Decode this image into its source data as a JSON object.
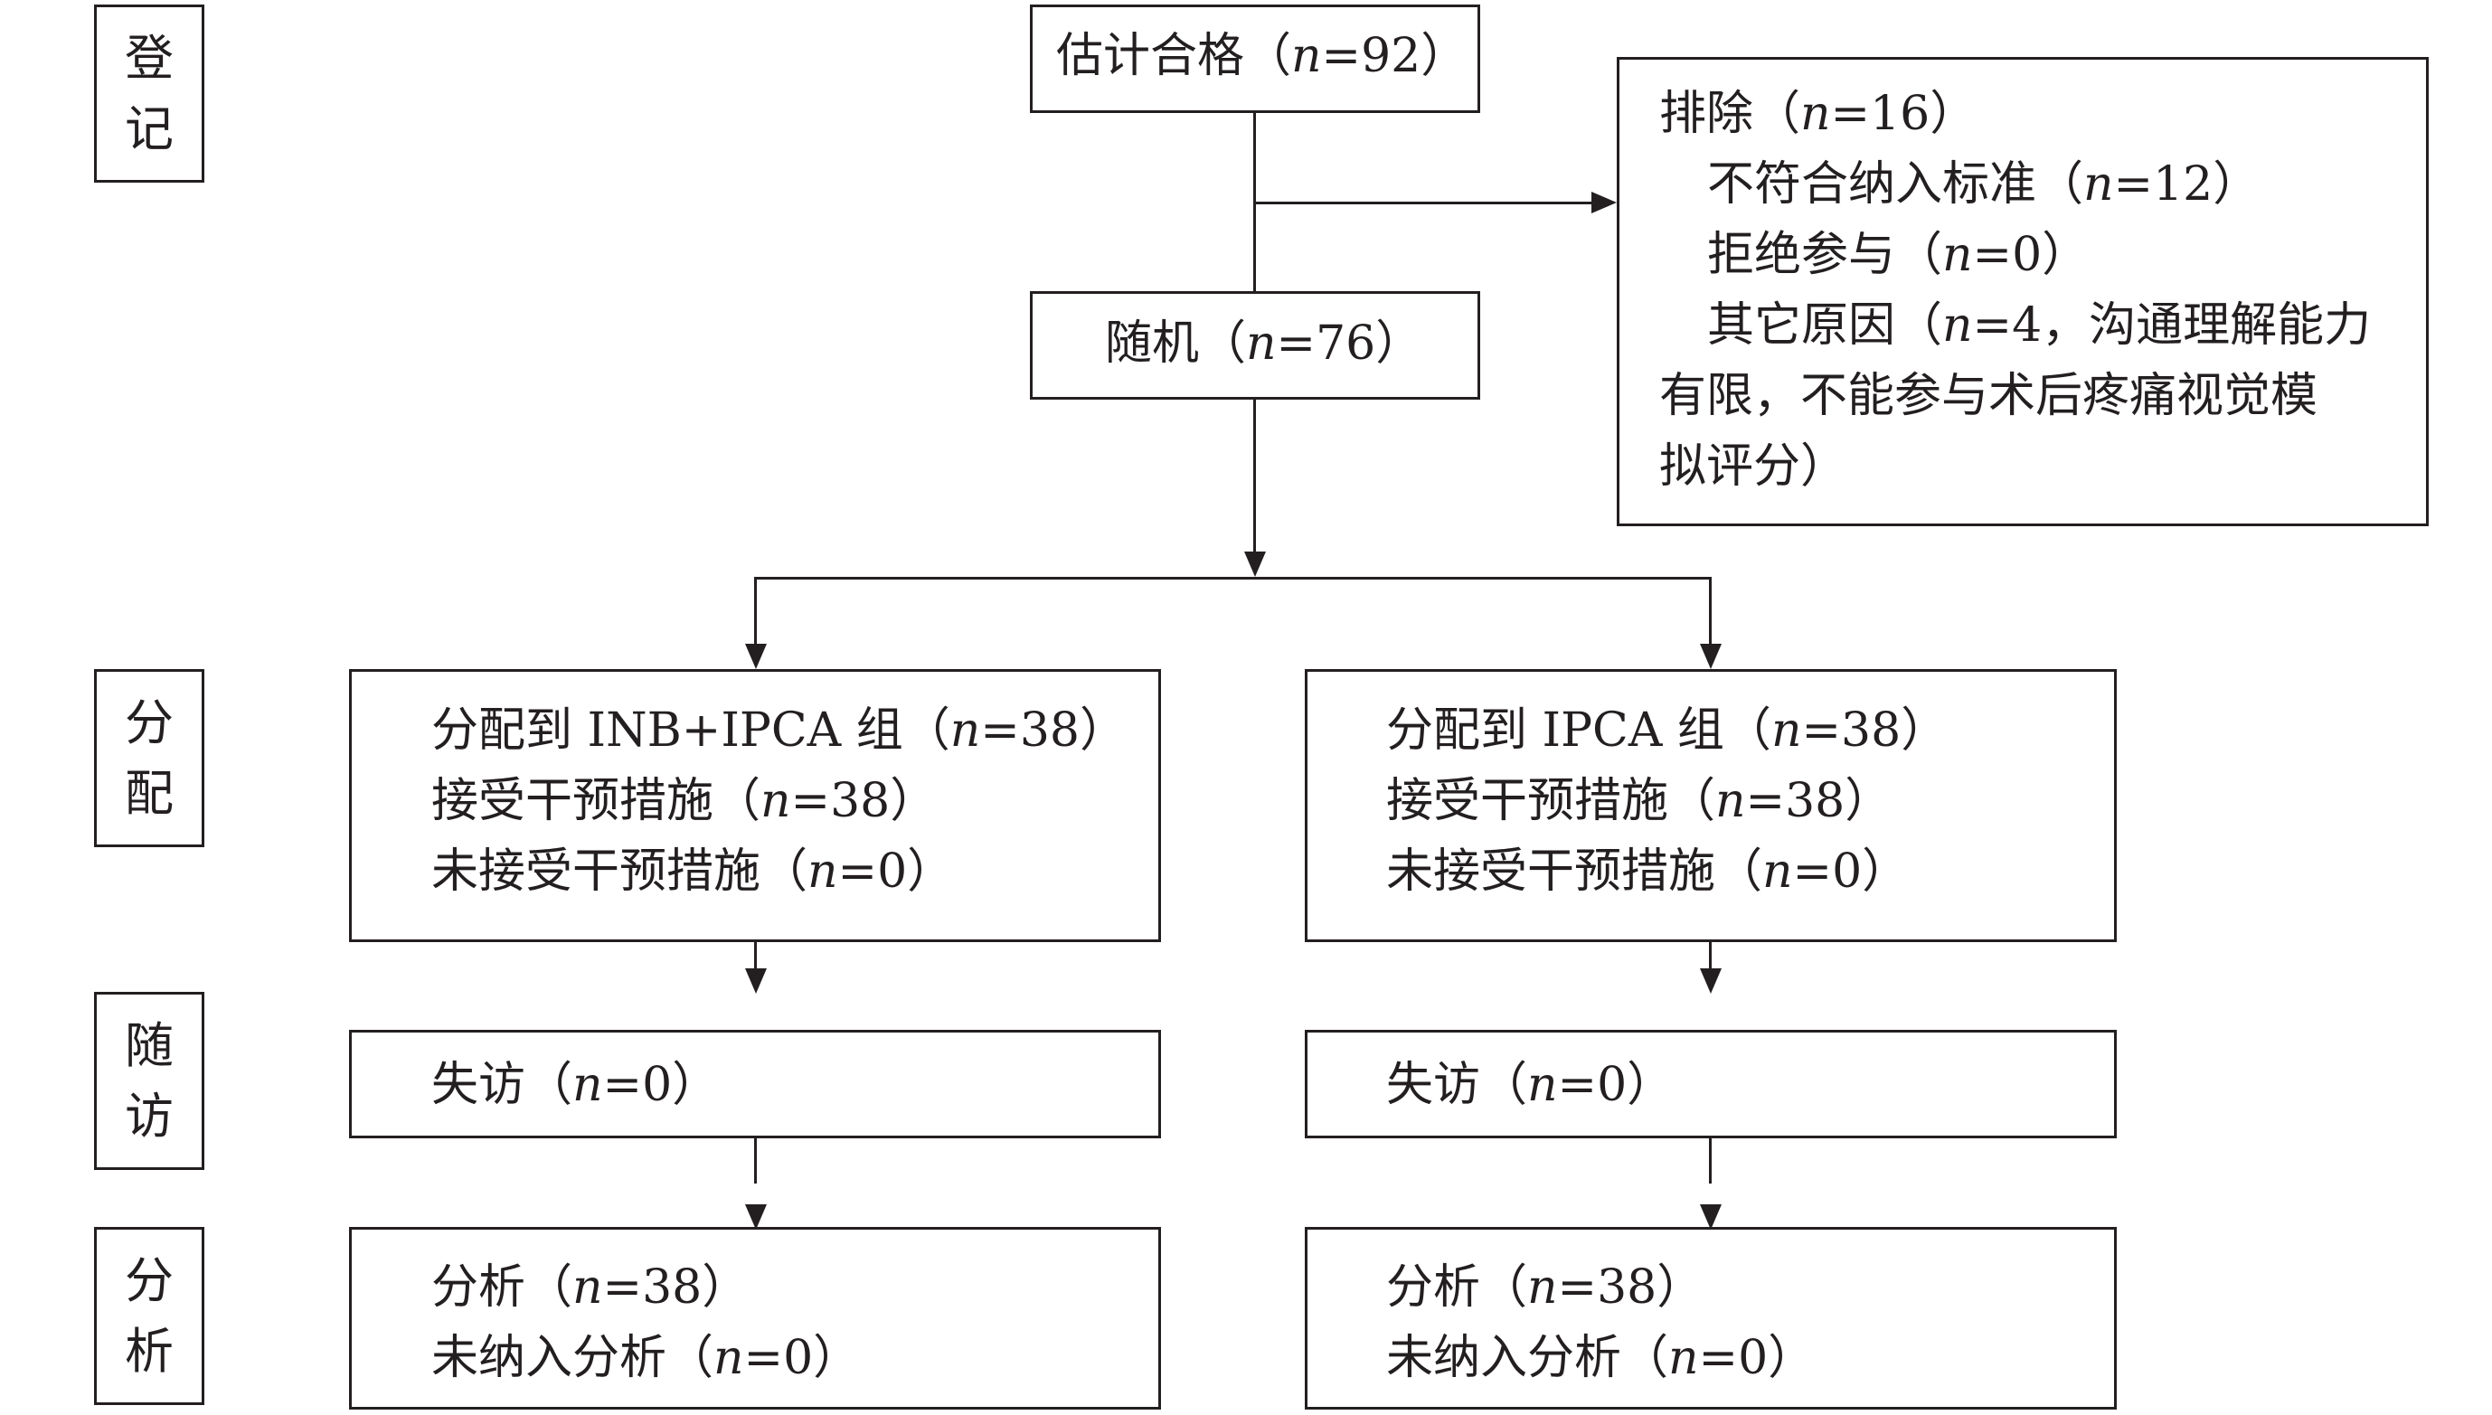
{
  "stages": {
    "enrollment": [
      "登",
      "记"
    ],
    "allocation": [
      "分",
      "配"
    ],
    "followup": [
      "随",
      "访"
    ],
    "analysis": [
      "分",
      "析"
    ]
  },
  "eligible": {
    "label": "估计合格（",
    "n_var": "n",
    "n_val": "=92",
    "close": "）"
  },
  "randomized": {
    "label": "随机（",
    "n_var": "n",
    "n_val": "=76",
    "close": "）"
  },
  "excluded": {
    "title": {
      "label": "排除（",
      "n_var": "n",
      "n_val": "=16",
      "close": "）"
    },
    "not_meeting": {
      "label": "不符合纳入标准（",
      "n_var": "n",
      "n_val": "=12",
      "close": "）"
    },
    "declined": {
      "label": "拒绝参与（",
      "n_var": "n",
      "n_val": "=0",
      "close": "）"
    },
    "other_line1": {
      "label": "其它原因（",
      "n_var": "n",
      "n_val": "=4，沟通理解能力"
    },
    "other_line2": "有限，不能参与术后疼痛视觉模",
    "other_line3": "拟评分）"
  },
  "left": {
    "allocated": {
      "label": "分配到 INB+IPCA 组（",
      "n_var": "n",
      "n_val": "=38",
      "close": "）"
    },
    "received": {
      "label": "接受干预措施（",
      "n_var": "n",
      "n_val": "=38",
      "close": "）"
    },
    "not_received": {
      "label": "未接受干预措施（",
      "n_var": "n",
      "n_val": "=0",
      "close": "）"
    },
    "lost": {
      "label": "失访（",
      "n_var": "n",
      "n_val": "=0",
      "close": "）"
    },
    "analysed": {
      "label": "分析（",
      "n_var": "n",
      "n_val": "=38",
      "close": "）"
    },
    "excluded_analysis": {
      "label": "未纳入分析（",
      "n_var": "n",
      "n_val": "=0",
      "close": "）"
    }
  },
  "right": {
    "allocated": {
      "label": "分配到 IPCA 组（",
      "n_var": "n",
      "n_val": "=38",
      "close": "）"
    },
    "received": {
      "label": "接受干预措施（",
      "n_var": "n",
      "n_val": "=38",
      "close": "）"
    },
    "not_received": {
      "label": "未接受干预措施（",
      "n_var": "n",
      "n_val": "=0",
      "close": "）"
    },
    "lost": {
      "label": "失访（",
      "n_var": "n",
      "n_val": "=0",
      "close": "）"
    },
    "analysed": {
      "label": "分析（",
      "n_var": "n",
      "n_val": "=38",
      "close": "）"
    },
    "excluded_analysis": {
      "label": "未纳入分析（",
      "n_var": "n",
      "n_val": "=0",
      "close": "）"
    }
  }
}
